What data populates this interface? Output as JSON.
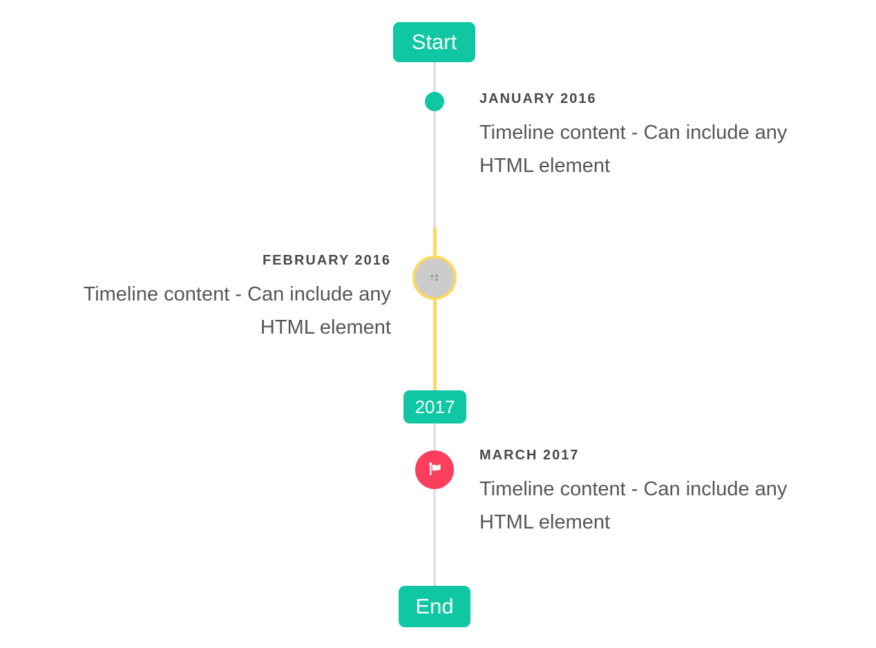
{
  "timeline": {
    "start_flag": "Start",
    "year_flag": "2017",
    "end_flag": "End",
    "entries": [
      {
        "date": "JANUARY 2016",
        "content": "Timeline content - Can include any HTML element",
        "side": "right",
        "marker": "teal-dot"
      },
      {
        "date": "FEBRUARY 2016",
        "content": "Timeline content - Can include any HTML element",
        "side": "left",
        "marker": "image-placeholder-highlighted"
      },
      {
        "date": "MARCH 2017",
        "content": "Timeline content - Can include any HTML element",
        "side": "right",
        "marker": "red-flag"
      }
    ],
    "colors": {
      "accent_teal": "#0fc7a2",
      "highlight_yellow": "#fbd95e",
      "marker_red": "#fb3e5c",
      "line_gray": "#e1e1e1",
      "placeholder_gray": "#cccccc"
    }
  }
}
